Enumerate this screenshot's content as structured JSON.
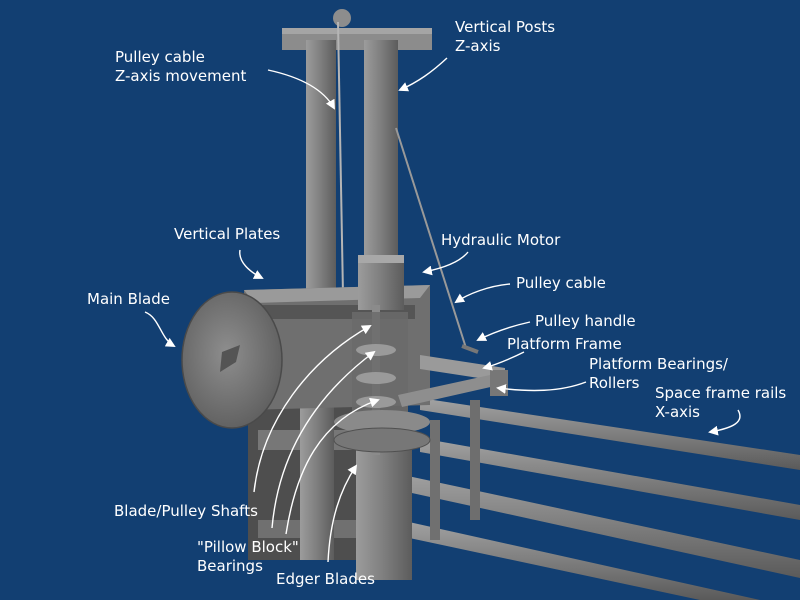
{
  "diagram": {
    "background_color": "#123f72",
    "machine_color": "#8a8a8a",
    "labels": {
      "pulley_cable_z": {
        "line1": "Pulley cable",
        "line2": "Z-axis movement"
      },
      "vertical_posts": {
        "line1": "Vertical Posts",
        "line2": "Z-axis"
      },
      "vertical_plates": {
        "line1": "Vertical Plates"
      },
      "hydraulic_motor": {
        "line1": "Hydraulic Motor"
      },
      "main_blade": {
        "line1": "Main Blade"
      },
      "pulley_cable": {
        "line1": "Pulley cable"
      },
      "pulley_handle": {
        "line1": "Pulley handle"
      },
      "platform_frame": {
        "line1": "Platform Frame"
      },
      "platform_bearings": {
        "line1": "Platform Bearings/",
        "line2": "Rollers"
      },
      "space_frame_rails": {
        "line1": "Space frame rails",
        "line2": "X-axis"
      },
      "blade_pulley_shafts": {
        "line1": "Blade/Pulley Shafts"
      },
      "pillow_block": {
        "line1": "\"Pillow Block\"",
        "line2": "Bearings"
      },
      "edger_blades": {
        "line1": "Edger Blades"
      }
    }
  }
}
